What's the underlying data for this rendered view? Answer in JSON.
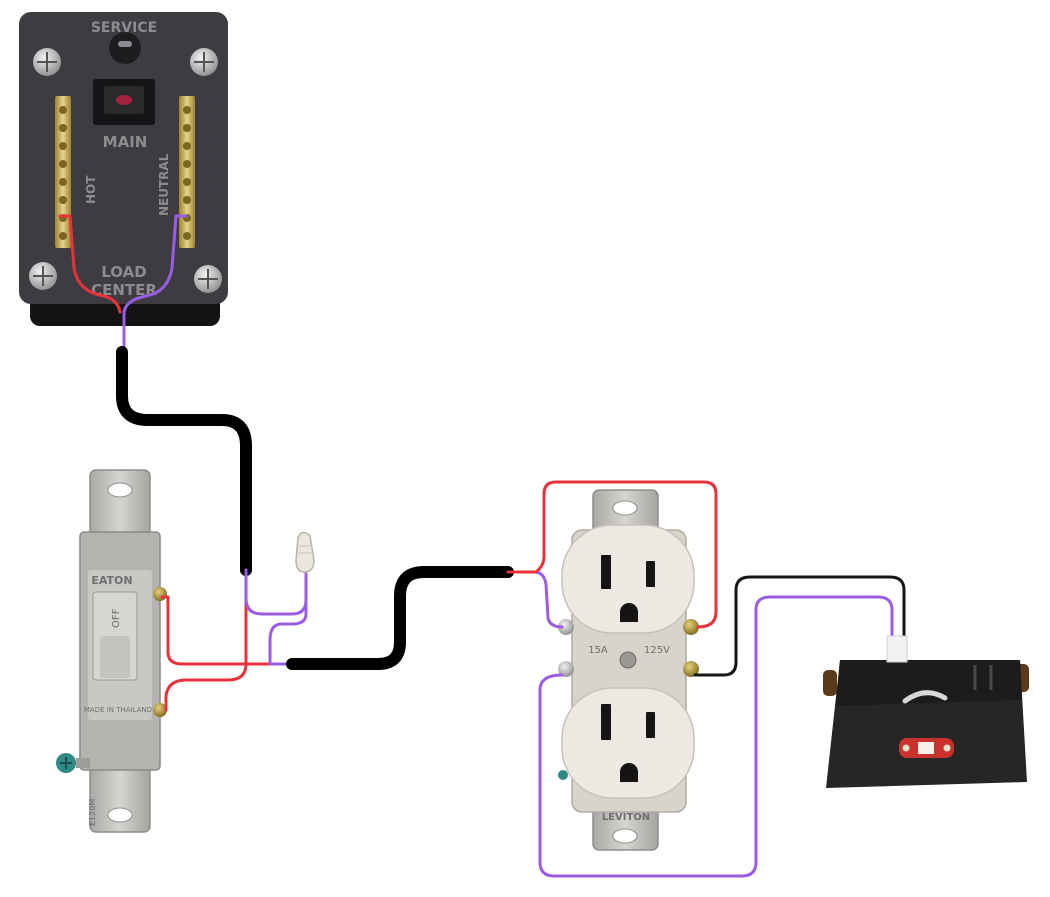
{
  "load_center": {
    "service_label": "SERVICE",
    "main_label": "MAIN",
    "hot_label": "HOT",
    "neutral_label": "NEUTRAL",
    "bottom_label_line1": "LOAD",
    "bottom_label_line2": "CENTER",
    "panel_color": "#3f3c41",
    "bus_color": "#c9b052"
  },
  "switch": {
    "brand_label": "EATON",
    "toggle_label": "OFF",
    "made_in_label": "MADE IN THAILAND",
    "rating_label": "E120M",
    "strap_color": "#c3c2bf",
    "toggle_color": "#d8d6d2"
  },
  "receptacle": {
    "rating_amps": "15A",
    "rating_volts": "125V",
    "brand_label": "LEVITON",
    "face_color": "#ede9e2",
    "strap_color": "#b9b8b4"
  },
  "lamp_box": {
    "body_color": "#262627",
    "board_color": "#c8312e"
  },
  "wire_colors": {
    "hot": "#e8323a",
    "neutral": "#9b5de5",
    "cable_jacket": "#000000",
    "switched_black": "#151515"
  }
}
